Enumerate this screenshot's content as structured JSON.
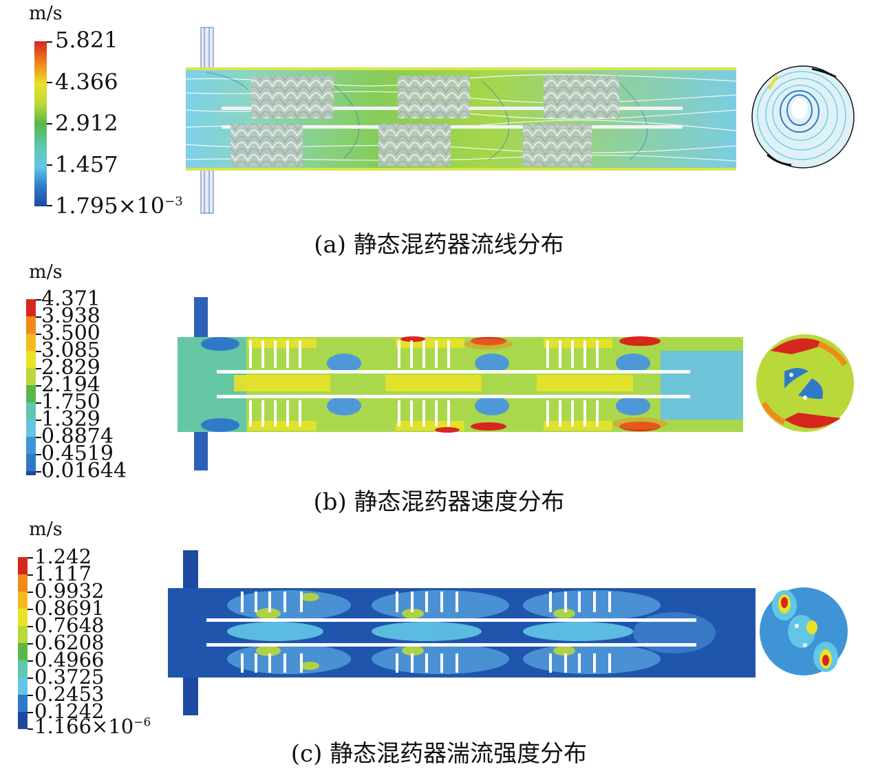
{
  "panels": [
    {
      "unit": "m/s",
      "ticks": [
        "5.821",
        "4.366",
        "2.912",
        "1.457",
        "1.795×10"
      ],
      "tick_exponent": "−3",
      "caption": "(a) 静态混药器流线分布"
    },
    {
      "unit": "m/s",
      "ticks": [
        "4.371",
        "3.938",
        "3.500",
        "3.085",
        "2.829",
        "2.194",
        "1.750",
        "1.329",
        "0.8874",
        "0.4519",
        "0.01644"
      ],
      "caption": "(b) 静态混药器速度分布"
    },
    {
      "unit": "m/s",
      "ticks": [
        "1.242",
        "1.117",
        "0.9932",
        "0.8691",
        "0.7648",
        "0.6208",
        "0.4966",
        "0.3725",
        "0.2453",
        "0.1242",
        "1.166×10"
      ],
      "tick_exponent": "−6",
      "caption": "(c) 静态混药器湍流强度分布"
    }
  ],
  "colors": {
    "red": "#d7261e",
    "orange": "#f08a1c",
    "yellow": "#e9e228",
    "yellowgreen": "#b9d83a",
    "green": "#59b64a",
    "teal": "#5fc7b0",
    "cyan": "#63c6e6",
    "blue": "#2f79c8",
    "navy": "#1d4aa0"
  }
}
